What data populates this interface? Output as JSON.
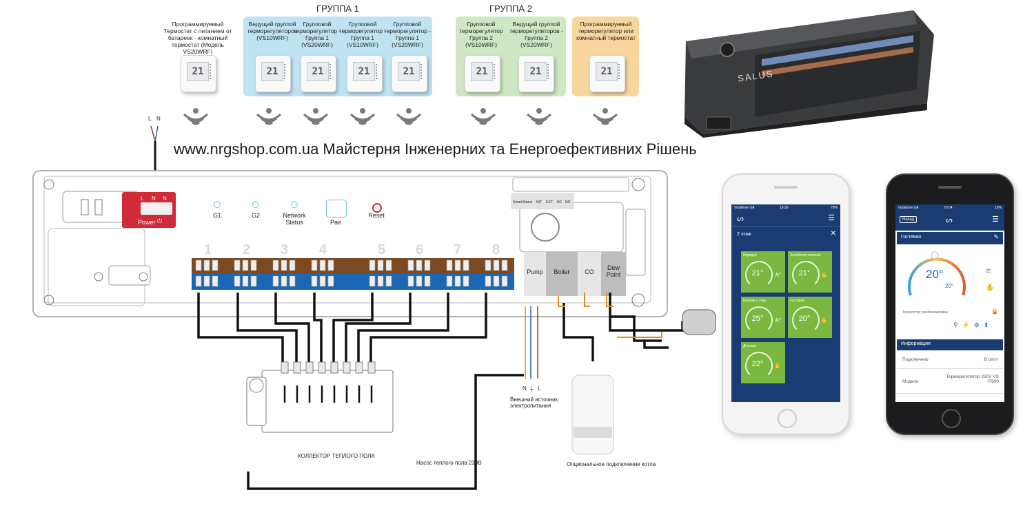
{
  "website_caption": "www.nrgshop.com.ua Майстерня Інженерних та Енергоефективних Рішень",
  "groups": {
    "group1_title": "ГРУППА 1",
    "group2_title": "ГРУППА 2"
  },
  "thermostats": [
    {
      "label": "Программируемый Термостат с питанием от батареек - комнатный термостат (Модель VS20WRF)",
      "display": "21"
    },
    {
      "label": "Ведущий группой терморегуляторов (VS10WRF)",
      "display": "21"
    },
    {
      "label": "Групповой терморегулятор - Группа 1 (VS20WRF)",
      "display": "21"
    },
    {
      "label": "Групповой терморегулятор - Группа 1 (VS10WRF)",
      "display": "21"
    },
    {
      "label": "Групповой терморегулятор - Группа 1 (VS20WRF)",
      "display": "21"
    },
    {
      "label": "Групповой терморегулятор Группа 2 (VS10WRF)",
      "display": "21"
    },
    {
      "label": "Ведущий группой терморегуляторов - Группа 2 (VS20WRF)",
      "display": "21"
    },
    {
      "label": "Программируемый терморегулятор или комнатный термостат",
      "display": "21"
    }
  ],
  "controller_device": {
    "brand": "SALUS"
  },
  "board": {
    "power_label": "Power",
    "lnn": [
      "L",
      "N",
      "N"
    ],
    "cable_lnn": [
      "L",
      "N"
    ],
    "status_leds": [
      "G1",
      "G2",
      "Network Status"
    ],
    "pair_label": "Pair",
    "reset_label": "Reset",
    "zones": [
      "1",
      "2",
      "3",
      "4",
      "5",
      "6",
      "7",
      "8"
    ],
    "outputs": [
      "Pump",
      "Boiler",
      "CO",
      "Dew Point"
    ],
    "small_labels": [
      "Smart",
      "Status",
      "INT",
      "EXT",
      "NC",
      "NO"
    ]
  },
  "bottom_labels": {
    "manifold": "КОЛЛЕКТОР ТЕПЛОГО ПОЛА",
    "pump": "Насос теплого пола 230В",
    "external_power": "Внешний источник электропитания",
    "nl": [
      "N",
      "⏚",
      "L"
    ],
    "boiler": "Опциональное подключение котла"
  },
  "phone1": {
    "status_left": "Vodafone UA",
    "status_time": "19:29",
    "status_right": "78%",
    "floor_title": "2 этаж",
    "tiles": [
      {
        "name": "Коридор",
        "temp": "21°"
      },
      {
        "name": "Хозяйская спальня",
        "temp": "21°"
      },
      {
        "name": "Ванная 2 этаж",
        "temp": "25°"
      },
      {
        "name": "Гостевая",
        "temp": "20°"
      },
      {
        "name": "Детская",
        "temp": "22°"
      }
    ]
  },
  "phone2": {
    "status_left": "Vodafone UA",
    "status_time": "20:04",
    "status_right": "15%",
    "back_label": "Назад",
    "room_title": "Гостевая",
    "setpoint": "20°",
    "current": "20°",
    "unlock_text": "Термостат разблокирован",
    "info_title": "Информация",
    "rows": [
      {
        "key": "Подключено",
        "val": "В сети"
      },
      {
        "key": "Модель",
        "val": "Терморегулятор 230V VS IT600"
      }
    ]
  },
  "colors": {
    "group1": "#bfe3f2",
    "group2": "#cfe8c4",
    "orange_box": "#f8d79e",
    "terminal_brown": "#7b4a22",
    "terminal_blue": "#1a67b5",
    "power_red": "#d12b3a",
    "tile_green": "#7ab842",
    "app_blue": "#1a3c72"
  }
}
